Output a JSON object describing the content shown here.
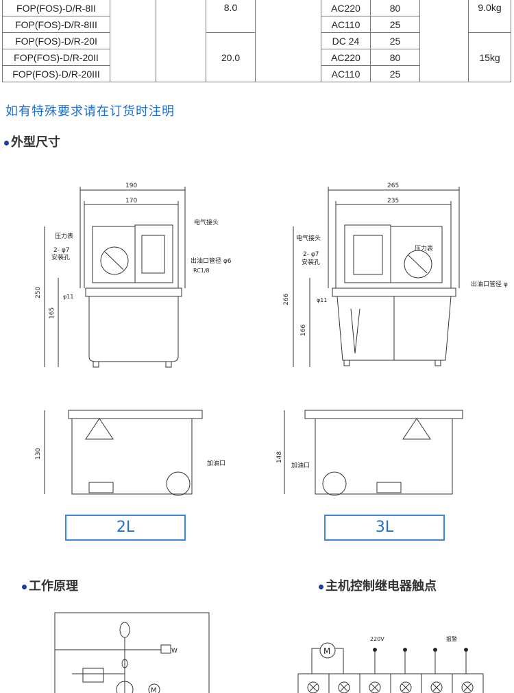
{
  "table": {
    "rows": [
      {
        "model": "FOP(FOS)-D/R-8II",
        "voltage": "AC220",
        "power": "80"
      },
      {
        "model": "FOP(FOS)-D/R-8III",
        "voltage": "AC110",
        "power": "25"
      },
      {
        "model": "FOP(FOS)-D/R-20I",
        "voltage": "DC 24",
        "power": "25"
      },
      {
        "model": "FOP(FOS)-D/R-20II",
        "voltage": "AC220",
        "power": "80"
      },
      {
        "model": "FOP(FOS)-D/R-20III",
        "voltage": "AC110",
        "power": "25"
      }
    ],
    "capacity_8": "8.0",
    "capacity_20": "20.0",
    "weight_8": "9.0kg",
    "weight_20": "15kg"
  },
  "note": "如有特殊要求请在订货时注明",
  "sections": {
    "dimensions": "外型尺寸",
    "principle": "工作原理",
    "relay": "主机控制继电器触点"
  },
  "drawing_2l": {
    "w_outer": "190",
    "w_inner": "170",
    "h_total": "250",
    "h_mount": "165",
    "gauge": "压力表",
    "mount1": "2- φ7",
    "mount2": "安装孔",
    "hole": "φ11",
    "connector": "电气接头",
    "outlet": "出油口管径 φ6",
    "thread": "RC1/8",
    "h_bottom": "130",
    "fill": "加油口",
    "caption": "2L"
  },
  "drawing_3l": {
    "w_outer": "265",
    "w_inner": "235",
    "h_total": "266",
    "h_mount": "166",
    "gauge": "压力表",
    "mount1": "2- φ7",
    "mount2": "安装孔",
    "hole": "φ11",
    "connector": "电气接头",
    "outlet": "出油口管径 φ",
    "h_bottom": "148",
    "fill": "加油口",
    "caption": "3L"
  },
  "circuit": {
    "motor": "M",
    "v220": "220V",
    "alarm": "报警",
    "switch": "W"
  }
}
